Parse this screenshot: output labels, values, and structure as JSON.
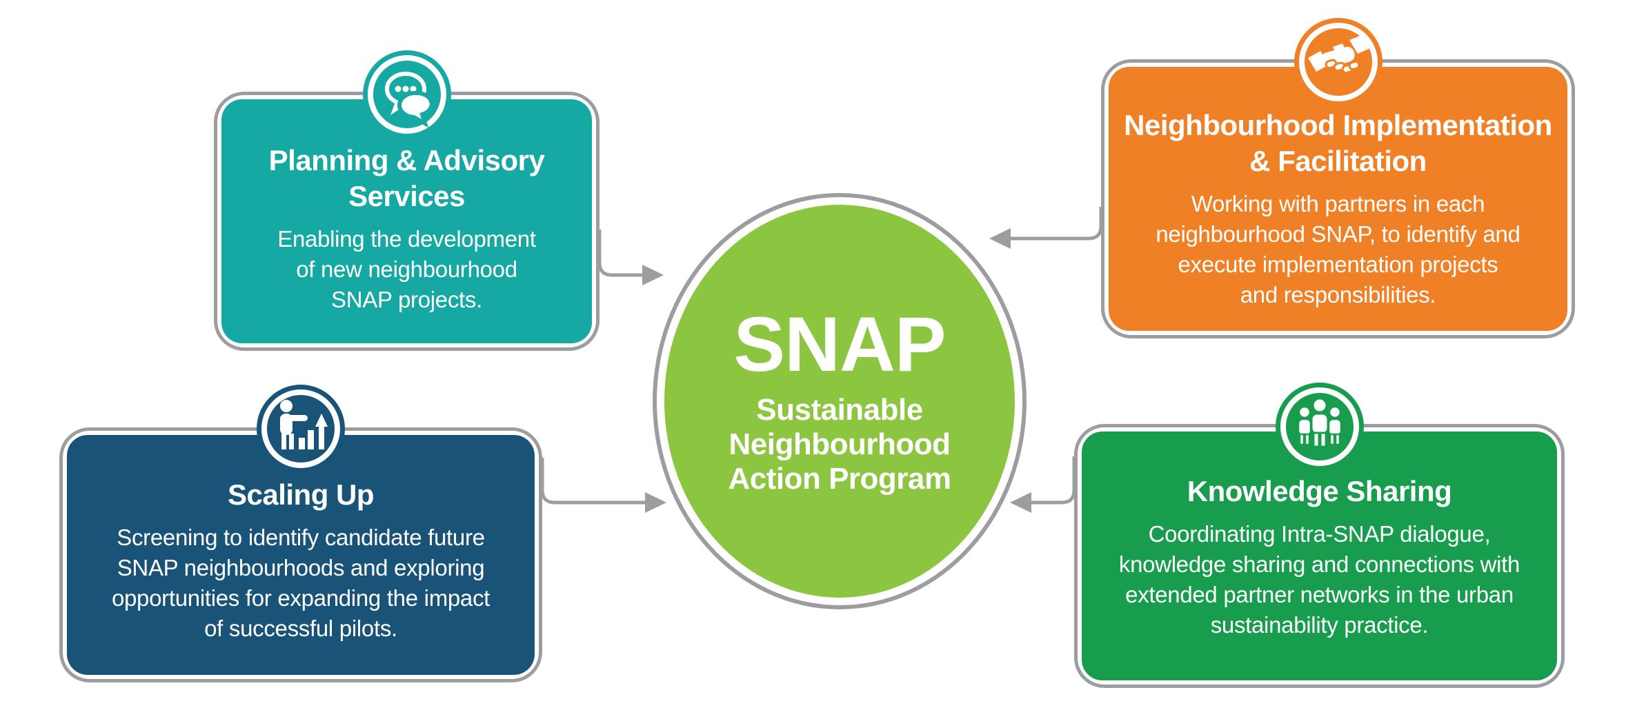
{
  "title": "SNAP program diagram",
  "connector_color": "#9B9DA0",
  "text_color": "#FFFFFF",
  "center": {
    "acronym": "SNAP",
    "program_name_lines": [
      "Sustainable",
      "Neighbourhood",
      "Action Program"
    ],
    "fill_color": "#8CC540",
    "ring_color": "#9B9DA0"
  },
  "cards": [
    {
      "key": "planning-advisory-services",
      "icon": "chat-bubbles-icon",
      "color": "#16A8A3",
      "title_lines": [
        "Planning & Advisory",
        "Services"
      ],
      "body_lines": [
        "Enabling the development",
        "of new neighbourhood",
        "SNAP projects."
      ]
    },
    {
      "key": "neighbourhood-implementation-facilitation",
      "icon": "handshake-icon",
      "color": "#F08026",
      "title_lines": [
        "Neighbourhood Implementation",
        "& Facilitation"
      ],
      "body_lines": [
        "Working with partners in each",
        "neighbourhood SNAP, to identify and",
        "execute implementation projects",
        "and responsibilities."
      ]
    },
    {
      "key": "scaling-up",
      "icon": "person-bar-chart-icon",
      "color": "#1A5378",
      "title_lines": [
        "Scaling Up"
      ],
      "body_lines": [
        "Screening to identify candidate future",
        "SNAP neighbourhoods and exploring",
        "opportunities for expanding the impact",
        "of successful pilots."
      ]
    },
    {
      "key": "knowledge-sharing",
      "icon": "people-group-icon",
      "color": "#189C4D",
      "title_lines": [
        "Knowledge Sharing"
      ],
      "body_lines": [
        "Coordinating Intra-SNAP dialogue,",
        "knowledge sharing and connections with",
        "extended partner networks in the urban",
        "sustainability practice."
      ]
    }
  ]
}
